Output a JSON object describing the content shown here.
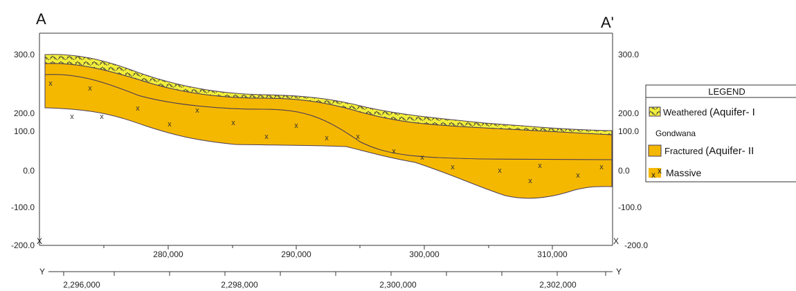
{
  "section": {
    "start_label": "A",
    "end_label": "A'"
  },
  "elevation_axis": {
    "ticks": [
      "300.0",
      "200.0",
      "100.0",
      "0.0",
      "-100.0",
      "-200.0"
    ]
  },
  "x_axis": {
    "end_marker": "X",
    "ticks": [
      "280,000",
      "290,000",
      "300,000",
      "310,000"
    ]
  },
  "y_axis": {
    "end_marker": "Y",
    "ticks": [
      "2,296,000",
      "2,298,000",
      "2,300,000",
      "2,302,000"
    ]
  },
  "legend": {
    "title": "LEGEND",
    "entries": [
      {
        "prefix": "Weathered ",
        "main": "(Aquifer- I"
      },
      {
        "prefix": "",
        "main": "Gondwana"
      },
      {
        "prefix": "Fractured ",
        "main": "(Aquifer- II"
      },
      {
        "prefix": "",
        "main": "Massive"
      }
    ]
  },
  "massive_marker": "x",
  "colors": {
    "fractured_fill": "#f5b800",
    "massive_fill": "#f5b800",
    "weathered_fill": "#f3ef3a",
    "outline": "#4a3b57",
    "frame": "#333333"
  }
}
